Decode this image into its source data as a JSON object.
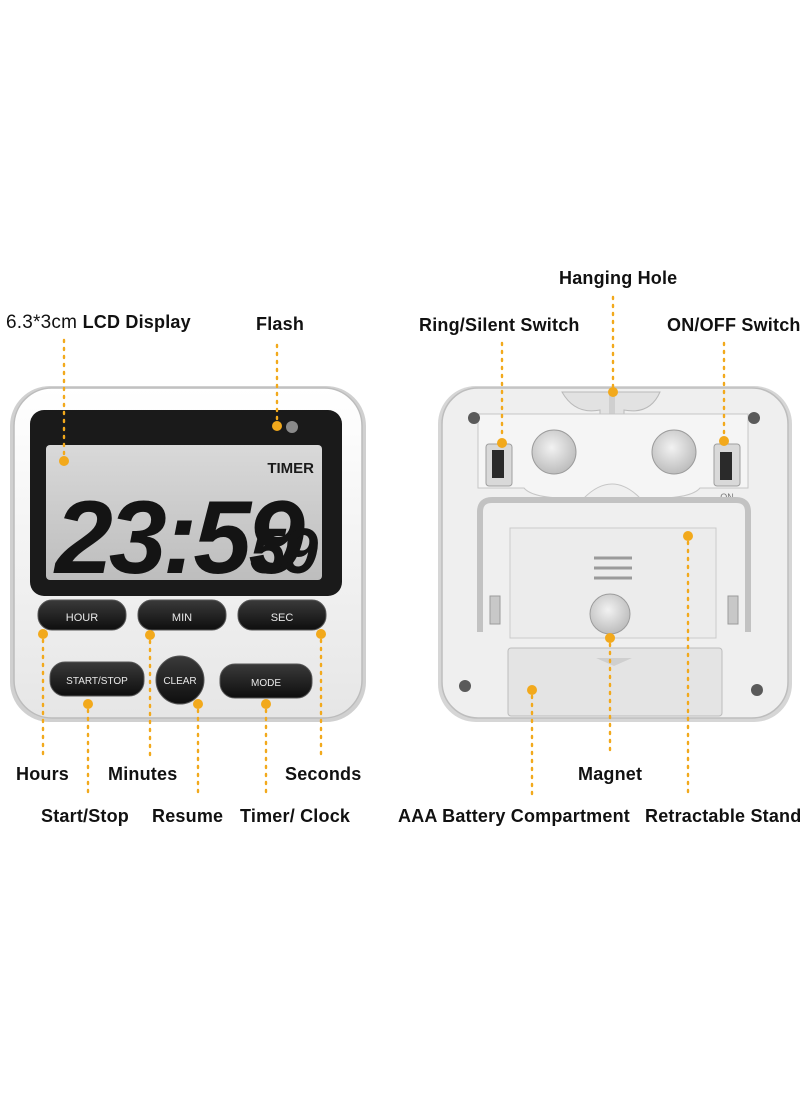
{
  "labels": {
    "size_prefix": "6.3*3cm",
    "lcd_display": "LCD Display",
    "flash": "Flash",
    "hours": "Hours",
    "minutes": "Minutes",
    "seconds": "Seconds",
    "start_stop": "Start/Stop",
    "resume": "Resume",
    "timer_clock": "Timer/ Clock",
    "hanging_hole": "Hanging Hole",
    "ring_silent_switch": "Ring/Silent Switch",
    "on_off_switch": "ON/OFF Switch",
    "magnet": "Magnet",
    "battery_compartment": "AAA Battery Compartment",
    "retractable_stand": "Retractable Stand"
  },
  "front": {
    "mode_text": "TIMER",
    "time_main": "23:59",
    "time_seconds": "59",
    "buttons": {
      "hour": "HOUR",
      "min": "MIN",
      "sec": "SEC",
      "start_stop": "START/STOP",
      "clear": "CLEAR",
      "mode": "MODE"
    }
  },
  "back": {
    "switch_on_label": "ON"
  },
  "colors": {
    "accent": "#f2a91c",
    "device_body": "#ffffff",
    "bezel": "#1a1a1a",
    "lcd": "#c9c9c9",
    "back_gray": "#e9e9ea"
  }
}
